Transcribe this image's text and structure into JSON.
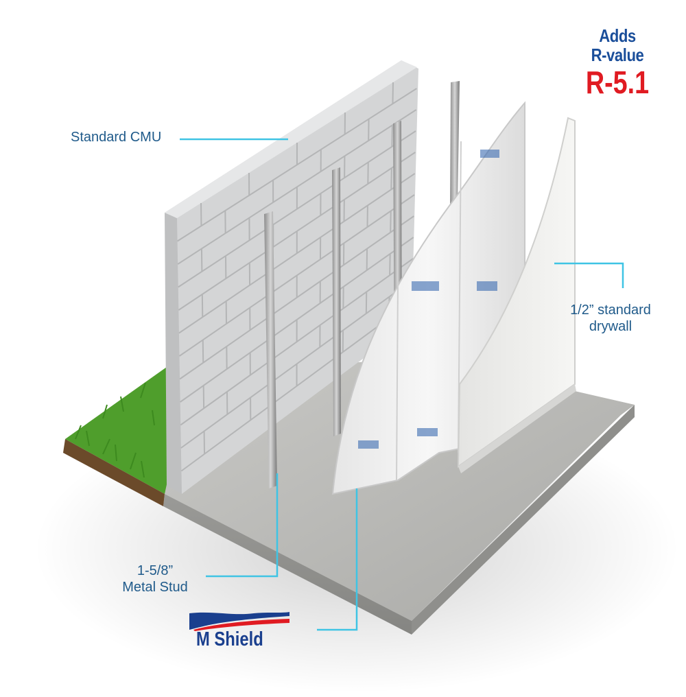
{
  "labels": {
    "cmu": "Standard CMU",
    "stud_line1": "1-5/8”",
    "stud_line2": "Metal Stud",
    "drywall_line1": "1/2” standard",
    "drywall_line2": "drywall"
  },
  "rvalue": {
    "line1": "Adds",
    "line2": "R-value",
    "value": "R-5.1"
  },
  "logo": {
    "text": "M Shield"
  },
  "colors": {
    "label_text": "#1f5a8a",
    "leader_line": "#3fc4e4",
    "rvalue_blue": "#1a4e9a",
    "rvalue_red": "#e01b22",
    "logo_navy": "#1a3f8e",
    "logo_red": "#e01b22",
    "brick": "#d9dadb",
    "slab": "#b5b5b2",
    "grass": "#4a9a2a",
    "foil": "#eeeeee",
    "drywall": "#f2f2f0"
  },
  "icons": {
    "logo_mark": "m-shield-swoosh-icon"
  }
}
